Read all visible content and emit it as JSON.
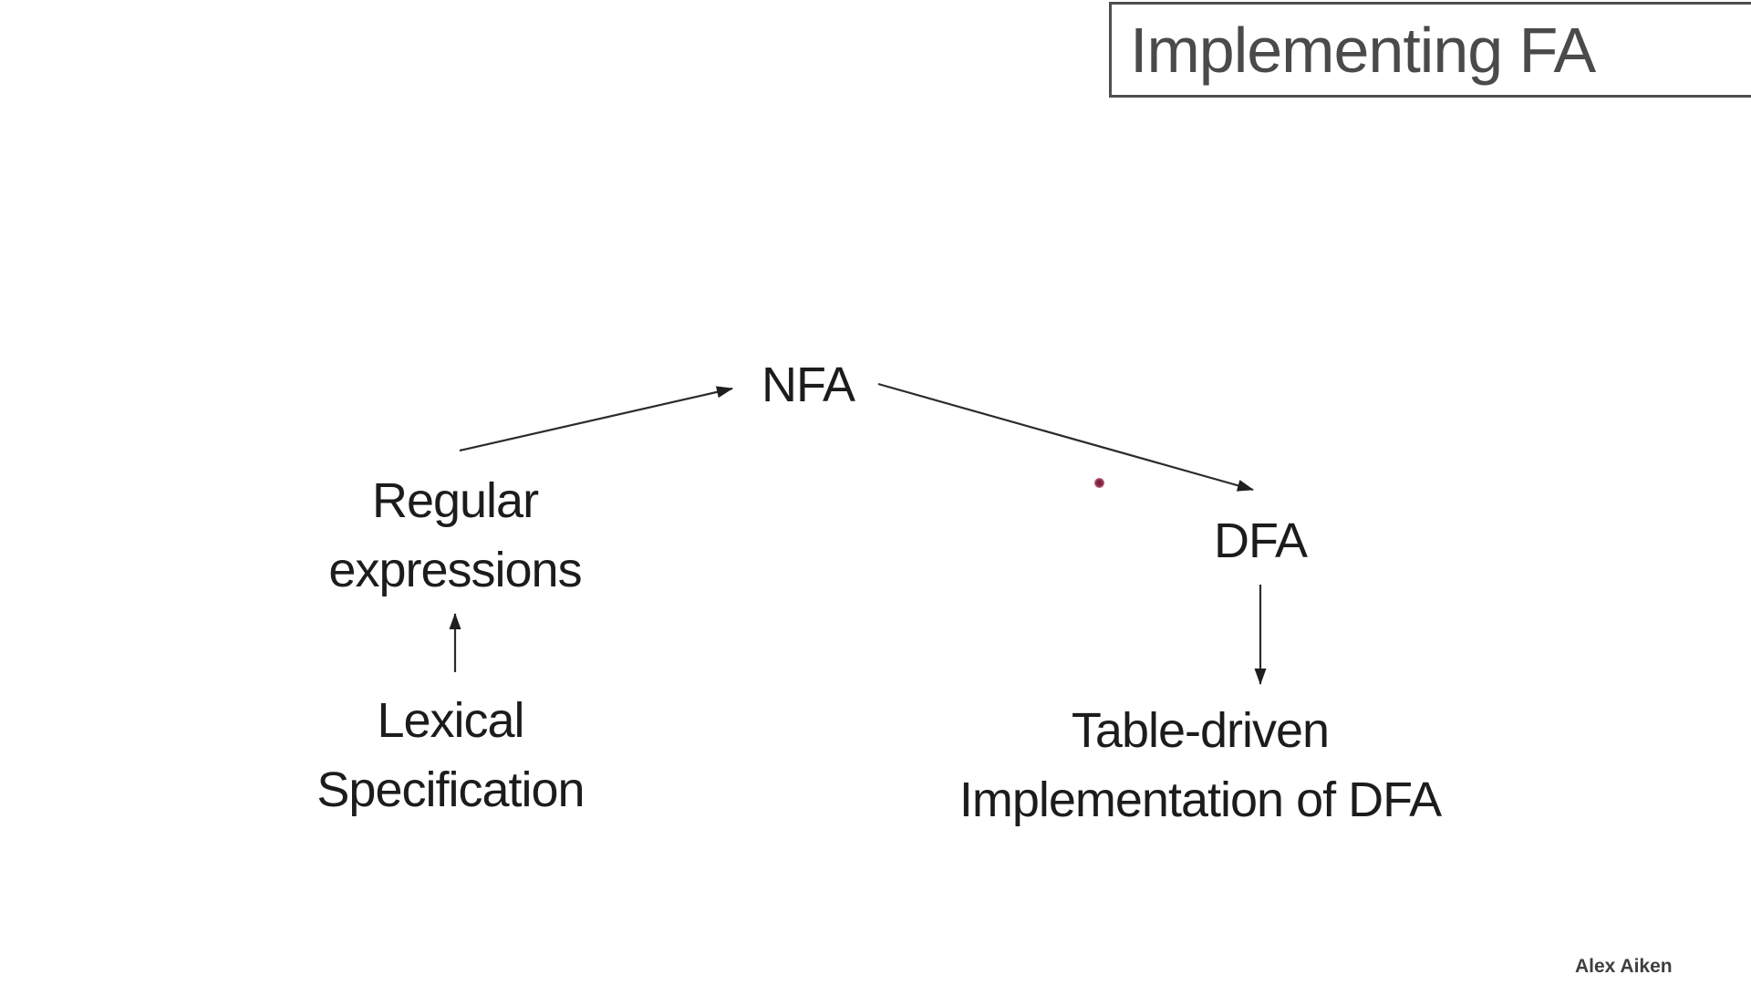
{
  "slide": {
    "title": "Implementing FA",
    "credit": "Alex Aiken",
    "background": "#ffffff",
    "colors": {
      "node_text": "#1c1c1c",
      "title_text": "#4a4a4a",
      "title_border": "#4e4e4e",
      "arrow": "#2b2b2b",
      "laser_dot": "#8f2a48"
    }
  },
  "diagram": {
    "nodes": {
      "nfa": {
        "lines": [
          "NFA"
        ]
      },
      "regex": {
        "lines": [
          "Regular",
          "expressions"
        ]
      },
      "lexical": {
        "lines": [
          "Lexical",
          "Specification"
        ]
      },
      "dfa": {
        "lines": [
          "DFA"
        ]
      },
      "table": {
        "lines": [
          "Table-driven",
          "Implementation of DFA"
        ]
      }
    },
    "edges": [
      {
        "from": "Lexical Specification",
        "to": "Regular expressions",
        "direction": "up"
      },
      {
        "from": "Regular expressions",
        "to": "NFA",
        "direction": "up-right"
      },
      {
        "from": "NFA",
        "to": "DFA",
        "direction": "down-right"
      },
      {
        "from": "DFA",
        "to": "Table-driven Implementation of DFA",
        "direction": "down"
      }
    ]
  },
  "pointer": {
    "type": "laser-dot"
  }
}
